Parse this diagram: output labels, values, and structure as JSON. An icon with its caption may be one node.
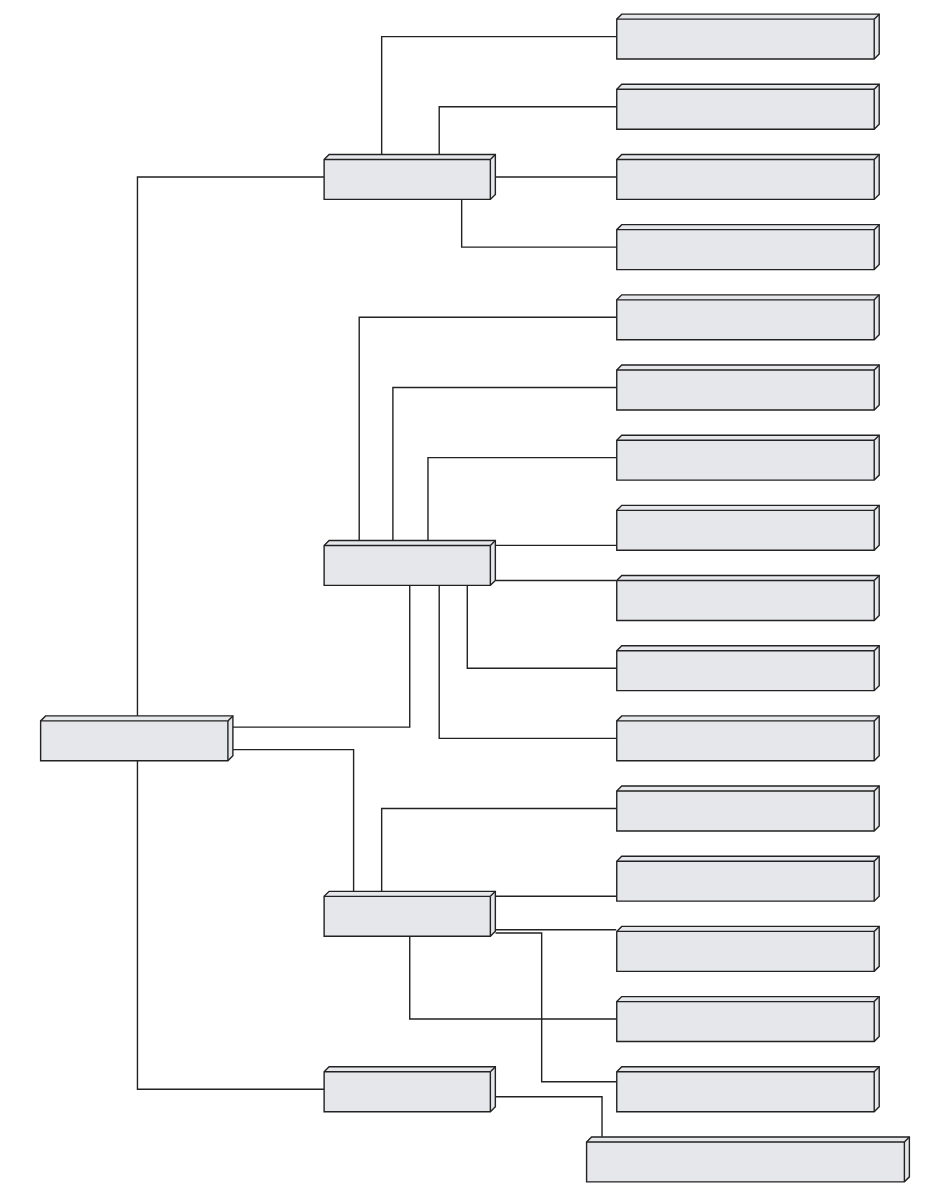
{
  "diagram": {
    "nodes": [
      {
        "text": [],
        "shape": "box"
      },
      {
        "text": [],
        "shape": "box"
      },
      {
        "text": [],
        "shape": "box"
      },
      {
        "text": [],
        "shape": "box"
      },
      {
        "text": [],
        "shape": "box"
      },
      {
        "text": [],
        "shape": "box"
      },
      {
        "text": [],
        "shape": "box"
      },
      {
        "text": [],
        "shape": "box"
      },
      {
        "text": [],
        "shape": "box"
      },
      {
        "text": [],
        "shape": "box"
      },
      {
        "text": [],
        "shape": "box"
      },
      {
        "text": [],
        "shape": "box"
      },
      {
        "text": [],
        "shape": "box"
      },
      {
        "text": [],
        "shape": "box"
      },
      {
        "text": [],
        "shape": "box"
      },
      {
        "text": [],
        "shape": "box"
      },
      {
        "text": [],
        "shape": "box"
      },
      {
        "text": [],
        "shape": "box"
      },
      {
        "text": [],
        "shape": "box"
      },
      {
        "text": [],
        "shape": "box"
      },
      {
        "text": [],
        "shape": "box"
      },
      {
        "text": [],
        "shape": "box"
      }
    ],
    "edges": [
      {
        "from": 0,
        "to": 1,
        "arrow": "none"
      },
      {
        "from": 1,
        "to": 2,
        "arrow": "none"
      },
      {
        "from": 1,
        "to": 3,
        "arrow": "none"
      },
      {
        "from": 1,
        "to": 4,
        "arrow": "none"
      },
      {
        "from": 1,
        "to": 5,
        "arrow": "none"
      },
      {
        "from": 0,
        "to": 6,
        "arrow": "none"
      },
      {
        "from": 6,
        "to": 7,
        "arrow": "none"
      },
      {
        "from": 6,
        "to": 8,
        "arrow": "none"
      },
      {
        "from": 6,
        "to": 9,
        "arrow": "none"
      },
      {
        "from": 6,
        "to": 10,
        "arrow": "none"
      },
      {
        "from": 6,
        "to": 11,
        "arrow": "none"
      },
      {
        "from": 6,
        "to": 12,
        "arrow": "none"
      },
      {
        "from": 6,
        "to": 13,
        "arrow": "none"
      },
      {
        "from": 0,
        "to": 14,
        "arrow": "none"
      },
      {
        "from": 14,
        "to": 15,
        "arrow": "none"
      },
      {
        "from": 14,
        "to": 16,
        "arrow": "none"
      },
      {
        "from": 14,
        "to": 17,
        "arrow": "none"
      },
      {
        "from": 14,
        "to": 18,
        "arrow": "none"
      },
      {
        "from": 14,
        "to": 19,
        "arrow": "none"
      },
      {
        "from": 0,
        "to": 20,
        "arrow": "none"
      },
      {
        "from": 20,
        "to": 21,
        "arrow": "none"
      }
    ]
  }
}
